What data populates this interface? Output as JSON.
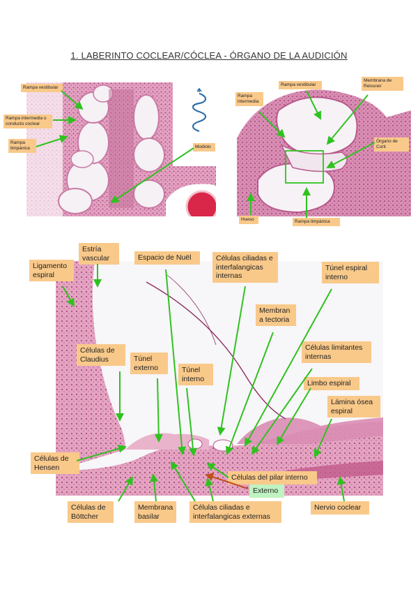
{
  "title": "1. LABERINTO COCLEAR/CÓCLEA - ÓRGANO DE LA AUDICIÓN",
  "figure_top_left": {
    "labels": {
      "rampa_vestibular": "Rampa vestibular",
      "rampa_intermedia": "Rampa intermedia o conducto coclear",
      "rampa_timpanica": "Rampa timpánica",
      "modiolo": "Modiolo"
    },
    "icon": "spiral-arrow-icon"
  },
  "figure_top_right": {
    "labels": {
      "rampa_vestibular": "Rampa vestibular",
      "membrana_reissner": "Membrana de Reissner",
      "rampa_intermedia": "Rampa intermedia",
      "organo_corti": "Órgano de Corti",
      "hueso": "Hueso",
      "rampa_timpanica": "Rampa timpánica"
    }
  },
  "figure_bottom": {
    "labels": {
      "estria_vascular": "Estría vascular",
      "ligamento_espiral": "Ligamento espiral",
      "espacio_nuel": "Espacio de Nuël",
      "celulas_ciliadas_internas": "Células ciliadas e interfalangicas internas",
      "tunel_espiral_interno": "Túnel espiral interno",
      "membrana_tectoria": "Membran a tectoria",
      "celulas_claudius": "Células de Claudius",
      "tunel_externo": "Túnel externo",
      "tunel_interno": "Túnel interno",
      "celulas_limitantes": "Células limitantes internas",
      "limbo_espiral": "Limbo espiral",
      "lamina_osea": "Lámina ósea espiral",
      "celulas_hensen": "Células de Hensen",
      "celulas_pilar": "Células del pilar interno",
      "externo": "Externo",
      "nervio_coclear": "Nervio coclear",
      "celulas_bottcher": "Células de Böttcher",
      "membrana_basilar": "Membrana basilar",
      "celulas_ciliadas_externas": "Células ciliadas e interfalangicas externas"
    }
  },
  "colors": {
    "label_bg": "#f9c98a",
    "label_green_bg": "#bff3c1",
    "arrow": "#2fc21f",
    "arrow_brown": "#c0501e",
    "tissue_pink": "#e29ab9",
    "tissue_dark": "#b5577f",
    "lumen": "#f6f2f6"
  }
}
